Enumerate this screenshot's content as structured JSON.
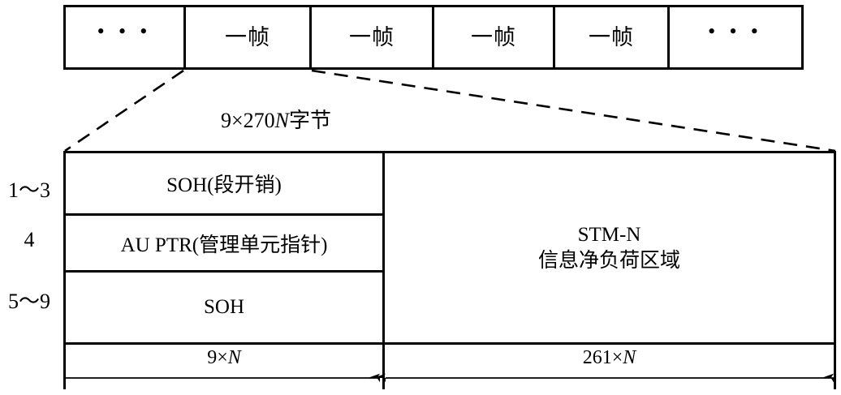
{
  "figure": {
    "frame_strip": {
      "cells": [
        {
          "label": "• • •",
          "kind": "ellipsis"
        },
        {
          "label": "一帧",
          "kind": "frame"
        },
        {
          "label": "一帧",
          "kind": "frame"
        },
        {
          "label": "一帧",
          "kind": "frame"
        },
        {
          "label": "一帧",
          "kind": "frame"
        },
        {
          "label": "• • •",
          "kind": "ellipsis"
        }
      ]
    },
    "caption": {
      "prefix": "9×270",
      "italic_var": "N",
      "suffix": "字节"
    },
    "row_labels": [
      {
        "text": "1～3"
      },
      {
        "text": "4"
      },
      {
        "text": "5～9"
      }
    ],
    "left_column": {
      "rows": [
        {
          "text": "SOH(段开销)"
        },
        {
          "text": "AU PTR(管理单元指针)"
        },
        {
          "text": "SOH"
        }
      ]
    },
    "right_column": {
      "line1": "STM-N",
      "line2": "信息净负荷区域"
    },
    "measurements": [
      {
        "prefix": "9×",
        "italic_var": "N"
      },
      {
        "prefix": "261×",
        "italic_var": "N"
      }
    ],
    "colors": {
      "stroke": "#000000",
      "background": "#ffffff"
    }
  }
}
